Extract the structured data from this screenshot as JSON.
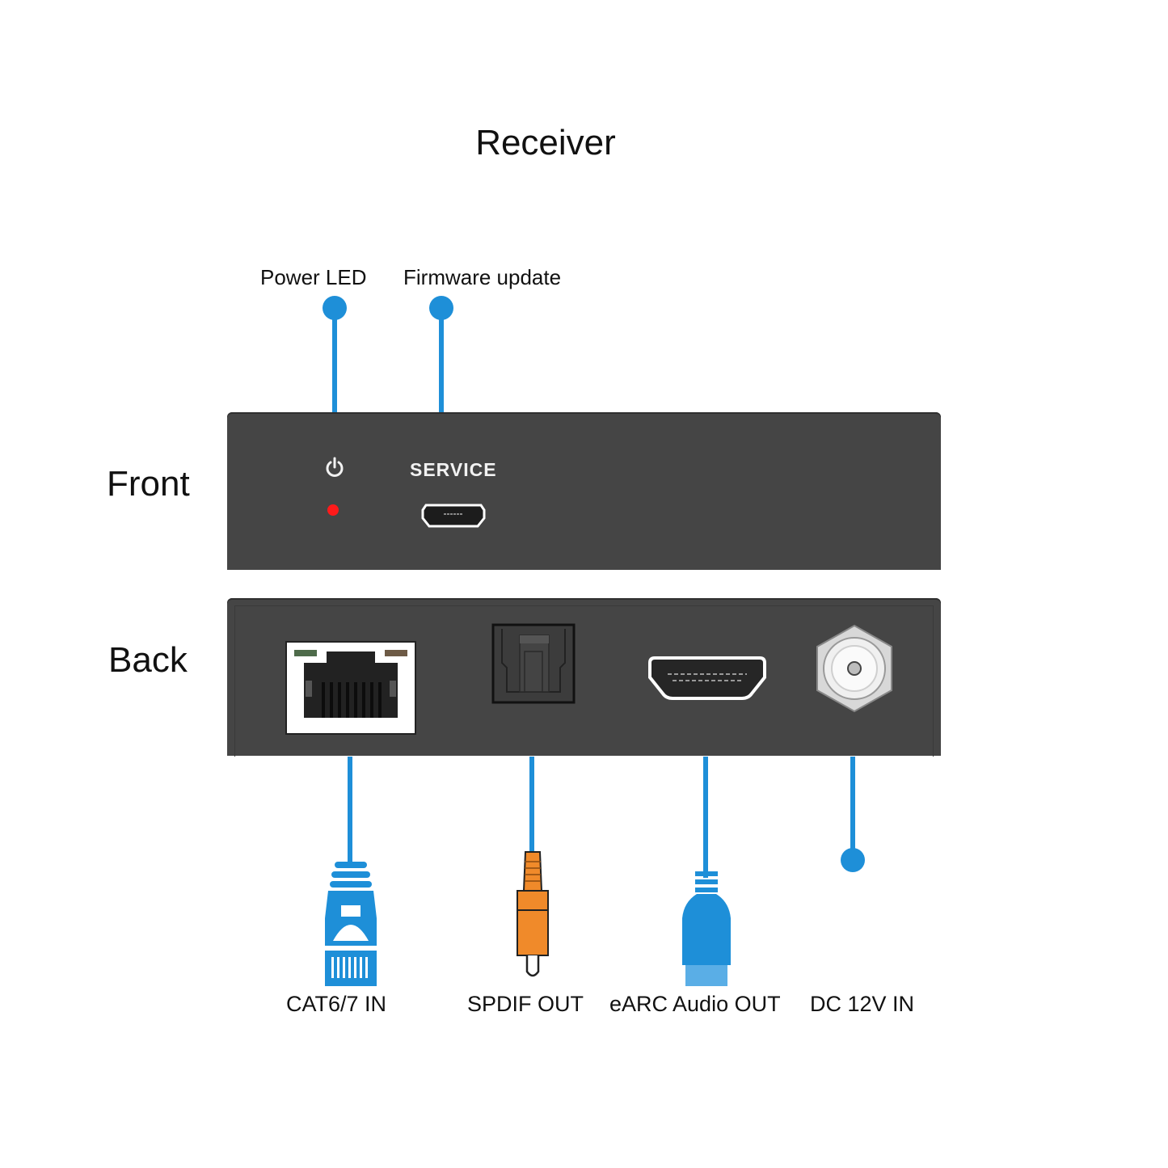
{
  "title": "Receiver",
  "side_labels": {
    "front": "Front",
    "back": "Back"
  },
  "front_panel": {
    "service_label": "SERVICE",
    "callouts": [
      {
        "label": "Power LED",
        "icon": "power-icon"
      },
      {
        "label": "Firmware update",
        "icon": "micro-usb-port-icon"
      }
    ],
    "led_color": "#ff1a1a"
  },
  "back_panel": {
    "callouts": [
      {
        "label": "CAT6/7 IN",
        "icon": "rj45-port-icon",
        "connector": "rj45-plug-icon"
      },
      {
        "label": "SPDIF OUT",
        "icon": "optical-port-icon",
        "connector": "rca-plug-icon"
      },
      {
        "label": "eARC Audio OUT",
        "icon": "hdmi-port-icon",
        "connector": "hdmi-plug-icon"
      },
      {
        "label": "DC 12V IN",
        "icon": "dc-port-icon",
        "connector": "dot-icon"
      }
    ]
  },
  "colors": {
    "accent": "#1e8fd8",
    "panel": "#454545",
    "rca": "#f08a2a"
  }
}
